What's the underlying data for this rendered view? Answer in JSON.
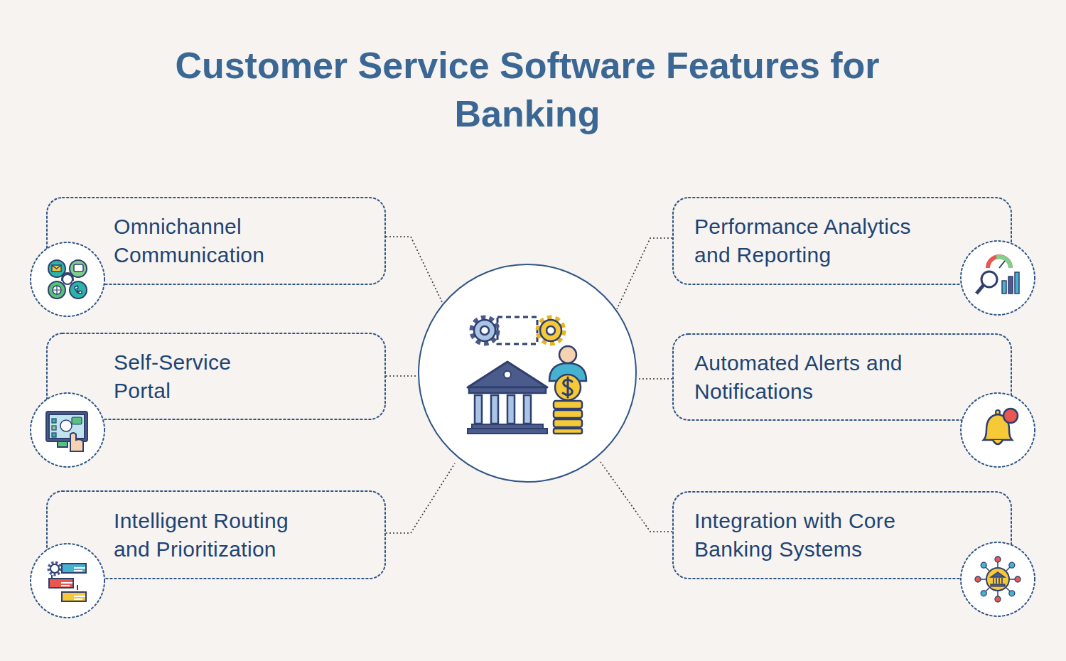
{
  "diagram": {
    "title": "Customer Service Software Features for Banking",
    "nodes": [
      {
        "text": [
          "Omnichannel Communication"
        ]
      },
      {
        "text": [
          "Performance Analytics and Reporting"
        ]
      },
      {
        "text": [
          "Self-Service Portal"
        ]
      },
      {
        "text": [
          "Automated Alerts and Notifications"
        ]
      },
      {
        "text": [
          "Intelligent Routing and Prioritization"
        ]
      },
      {
        "text": [
          "Integration with Core Banking Systems"
        ]
      }
    ]
  }
}
